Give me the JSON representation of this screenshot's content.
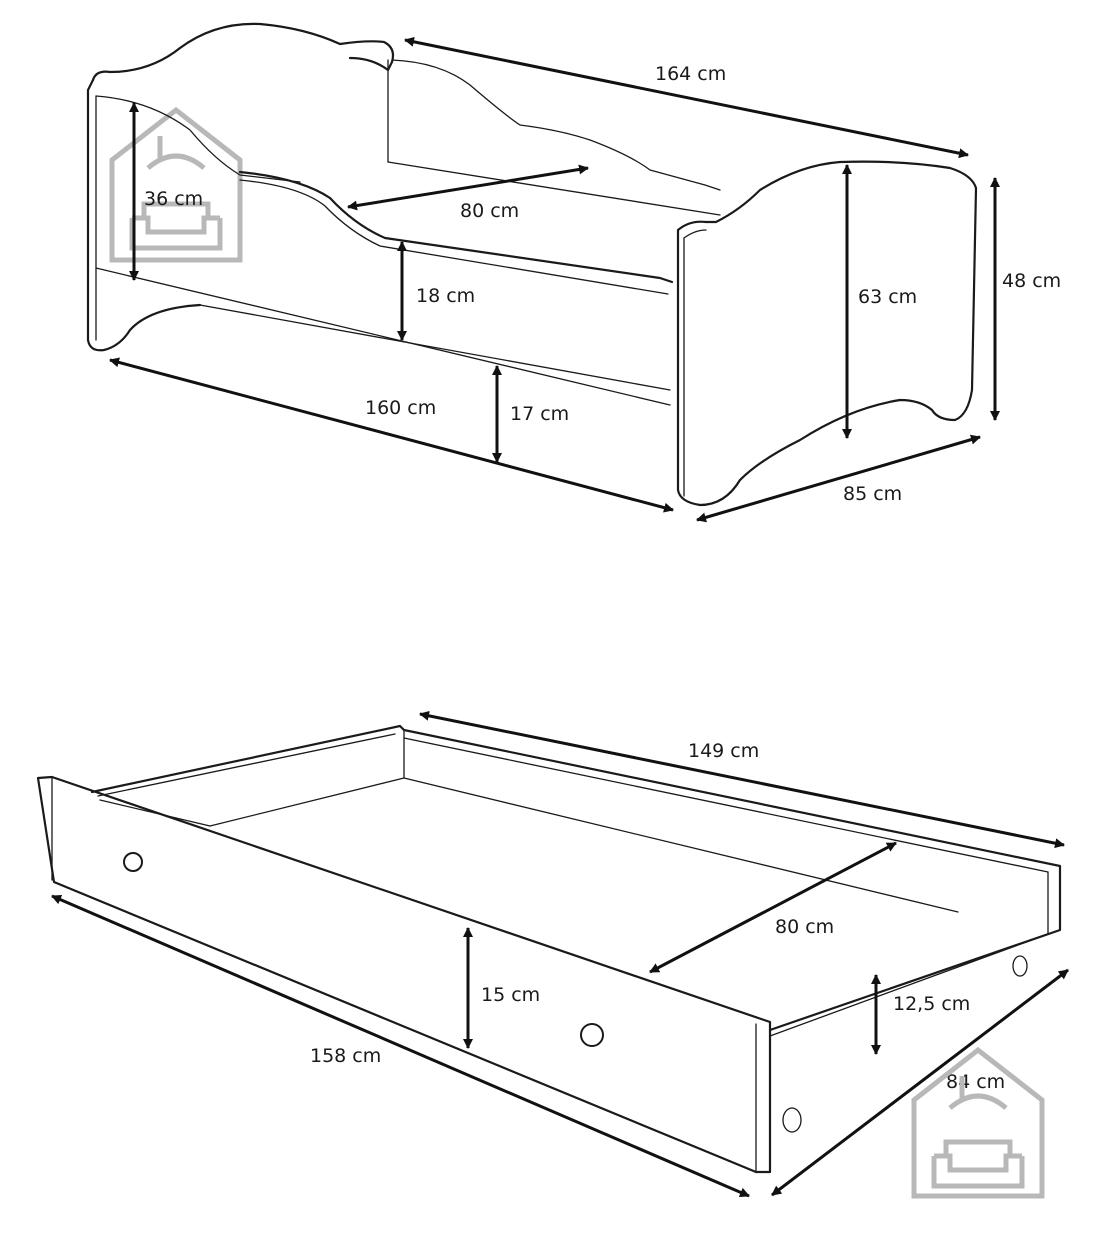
{
  "bed": {
    "dimensions": {
      "length_top": "164 cm",
      "inner_width": "80 cm",
      "side_height": "36 cm",
      "mattress_gap": "18 cm",
      "footboard_height": "63 cm",
      "headboard_height": "48 cm",
      "length_bottom": "160 cm",
      "clearance": "17 cm",
      "depth": "85 cm"
    }
  },
  "drawer": {
    "dimensions": {
      "length_inner": "149 cm",
      "inner_width": "80 cm",
      "height": "15 cm",
      "side_height": "12,5  cm",
      "length_outer": "158 cm",
      "depth": "84 cm"
    }
  },
  "colors": {
    "line": "#1a1a1a",
    "logo": "#b8b8b8"
  },
  "icons": [
    "house-sofa-logo-icon",
    "house-sofa-logo-icon"
  ]
}
